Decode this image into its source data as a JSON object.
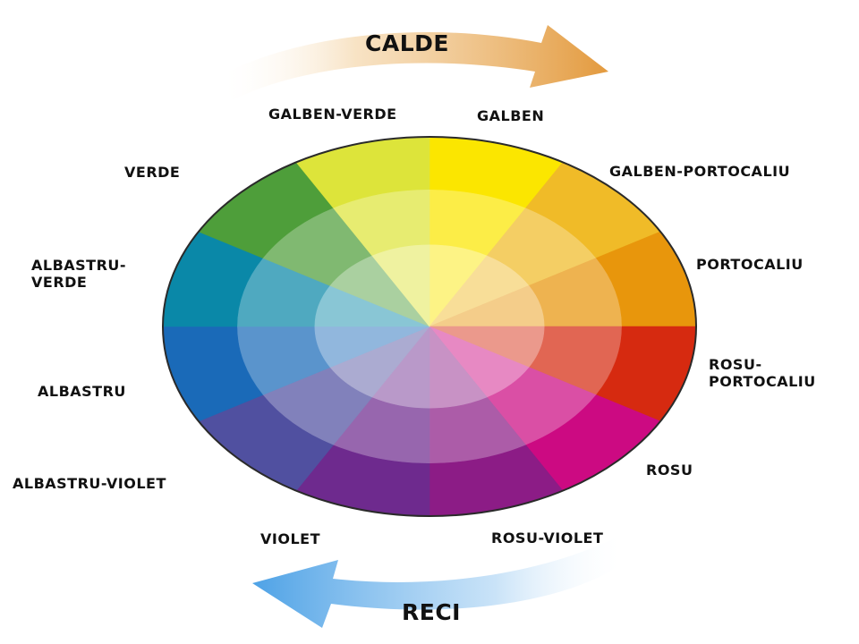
{
  "warm_arrow": {
    "label": "CALDE",
    "color": "#e8a450"
  },
  "cool_arrow": {
    "label": "RECI",
    "color": "#5fa9e6"
  },
  "wheel": {
    "segments": [
      {
        "name": "GALBEN",
        "color": "#fbe600"
      },
      {
        "name": "GALBEN-PORTOCALIU",
        "color": "#f0bb28"
      },
      {
        "name": "PORTOCALIU",
        "color": "#e8960c"
      },
      {
        "name": "ROSU-PORTOCALIU",
        "color": "#d62a10"
      },
      {
        "name": "ROSU",
        "color": "#cc0a82"
      },
      {
        "name": "ROSU-VIOLET",
        "color": "#8c1c86"
      },
      {
        "name": "VIOLET",
        "color": "#6e2a8e"
      },
      {
        "name": "ALBASTRU-VIOLET",
        "color": "#5050a0"
      },
      {
        "name": "ALBASTRU",
        "color": "#1a6ab8"
      },
      {
        "name": "ALBASTRU-VERDE",
        "color": "#0a88a8"
      },
      {
        "name": "VERDE",
        "color": "#4e9e3a"
      },
      {
        "name": "GALBEN-VERDE",
        "color": "#dde43a"
      }
    ]
  },
  "labels": {
    "galben": "GALBEN",
    "galben_verde": "GALBEN-VERDE",
    "galben_portocaliu": "GALBEN-PORTOCALIU",
    "verde": "VERDE",
    "portocaliu": "PORTOCALIU",
    "albastru_verde_1": "ALBASTRU-",
    "albastru_verde_2": "VERDE",
    "rosu_portocaliu_1": "ROSU-",
    "rosu_portocaliu_2": "PORTOCALIU",
    "albastru": "ALBASTRU",
    "rosu": "ROSU",
    "albastru_violet": "ALBASTRU-VIOLET",
    "violet": "VIOLET",
    "rosu_violet": "ROSU-VIOLET"
  }
}
